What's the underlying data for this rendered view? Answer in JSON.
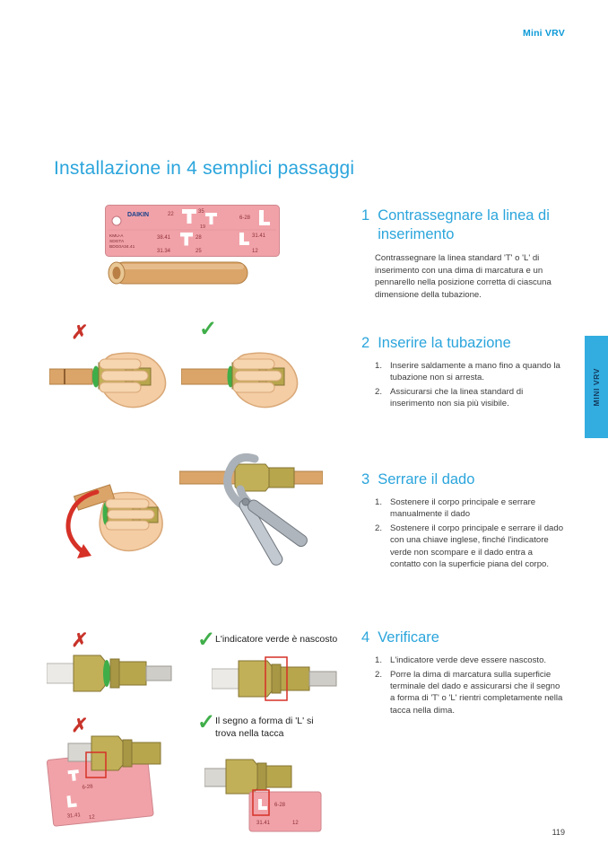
{
  "page": {
    "header_label": "Mini VRV",
    "title": "Installazione in 4 semplici passaggi",
    "side_tab": "MINI VRV",
    "page_number": "119"
  },
  "icons": {
    "x": "✗",
    "check": "✓"
  },
  "steps": [
    {
      "number": "1",
      "heading": "Contrassegnare la linea di inserimento",
      "body": "Contrassegnare la linea standard 'T' o 'L' di inserimento con una dima di marcatura e un pennarello nella posizione corretta di ciascuna dimensione della tubazione."
    },
    {
      "number": "2",
      "heading": "Inserire la tubazione",
      "items": [
        {
          "n": "1.",
          "text": "Inserire saldamente a mano fino a quando la tubazione non si arresta."
        },
        {
          "n": "2.",
          "text": "Assicurarsi che la linea standard di inserimento non sia più visibile."
        }
      ]
    },
    {
      "number": "3",
      "heading": "Serrare il dado",
      "items": [
        {
          "n": "1.",
          "text": "Sostenere il corpo principale e serrare manualmente il dado"
        },
        {
          "n": "2.",
          "text": "Sostenere il corpo principale e serrare il dado con una chiave inglese, finché l'indicatore verde non scompare e il dado entra a contatto con la superficie piana del corpo."
        }
      ]
    },
    {
      "number": "4",
      "heading": "Verificare",
      "items": [
        {
          "n": "1.",
          "text": "L'indicatore verde deve essere nascosto."
        },
        {
          "n": "2.",
          "text": "Porre la dima di marcatura sulla superficie terminale del dado e assicurarsi che il segno a forma di 'T' o 'L' rientri completamente nella tacca nella dima."
        }
      ]
    }
  ],
  "figures": {
    "dima": {
      "brand": "DAIKIN",
      "code_lines": [
        "KMU-A",
        "SDGTA",
        "BDG0A34.41"
      ],
      "sizes": {
        "a": "22",
        "b": "35",
        "c": "19",
        "d": "6-28",
        "e": "38.41",
        "f": "28",
        "g": "31.41",
        "h": "31.34",
        "i": "25",
        "j": "12"
      }
    },
    "captions": {
      "indicator": "L'indicatore verde è nascosto",
      "lmark": "Il segno a forma di 'L' si trova nella tacca"
    }
  }
}
